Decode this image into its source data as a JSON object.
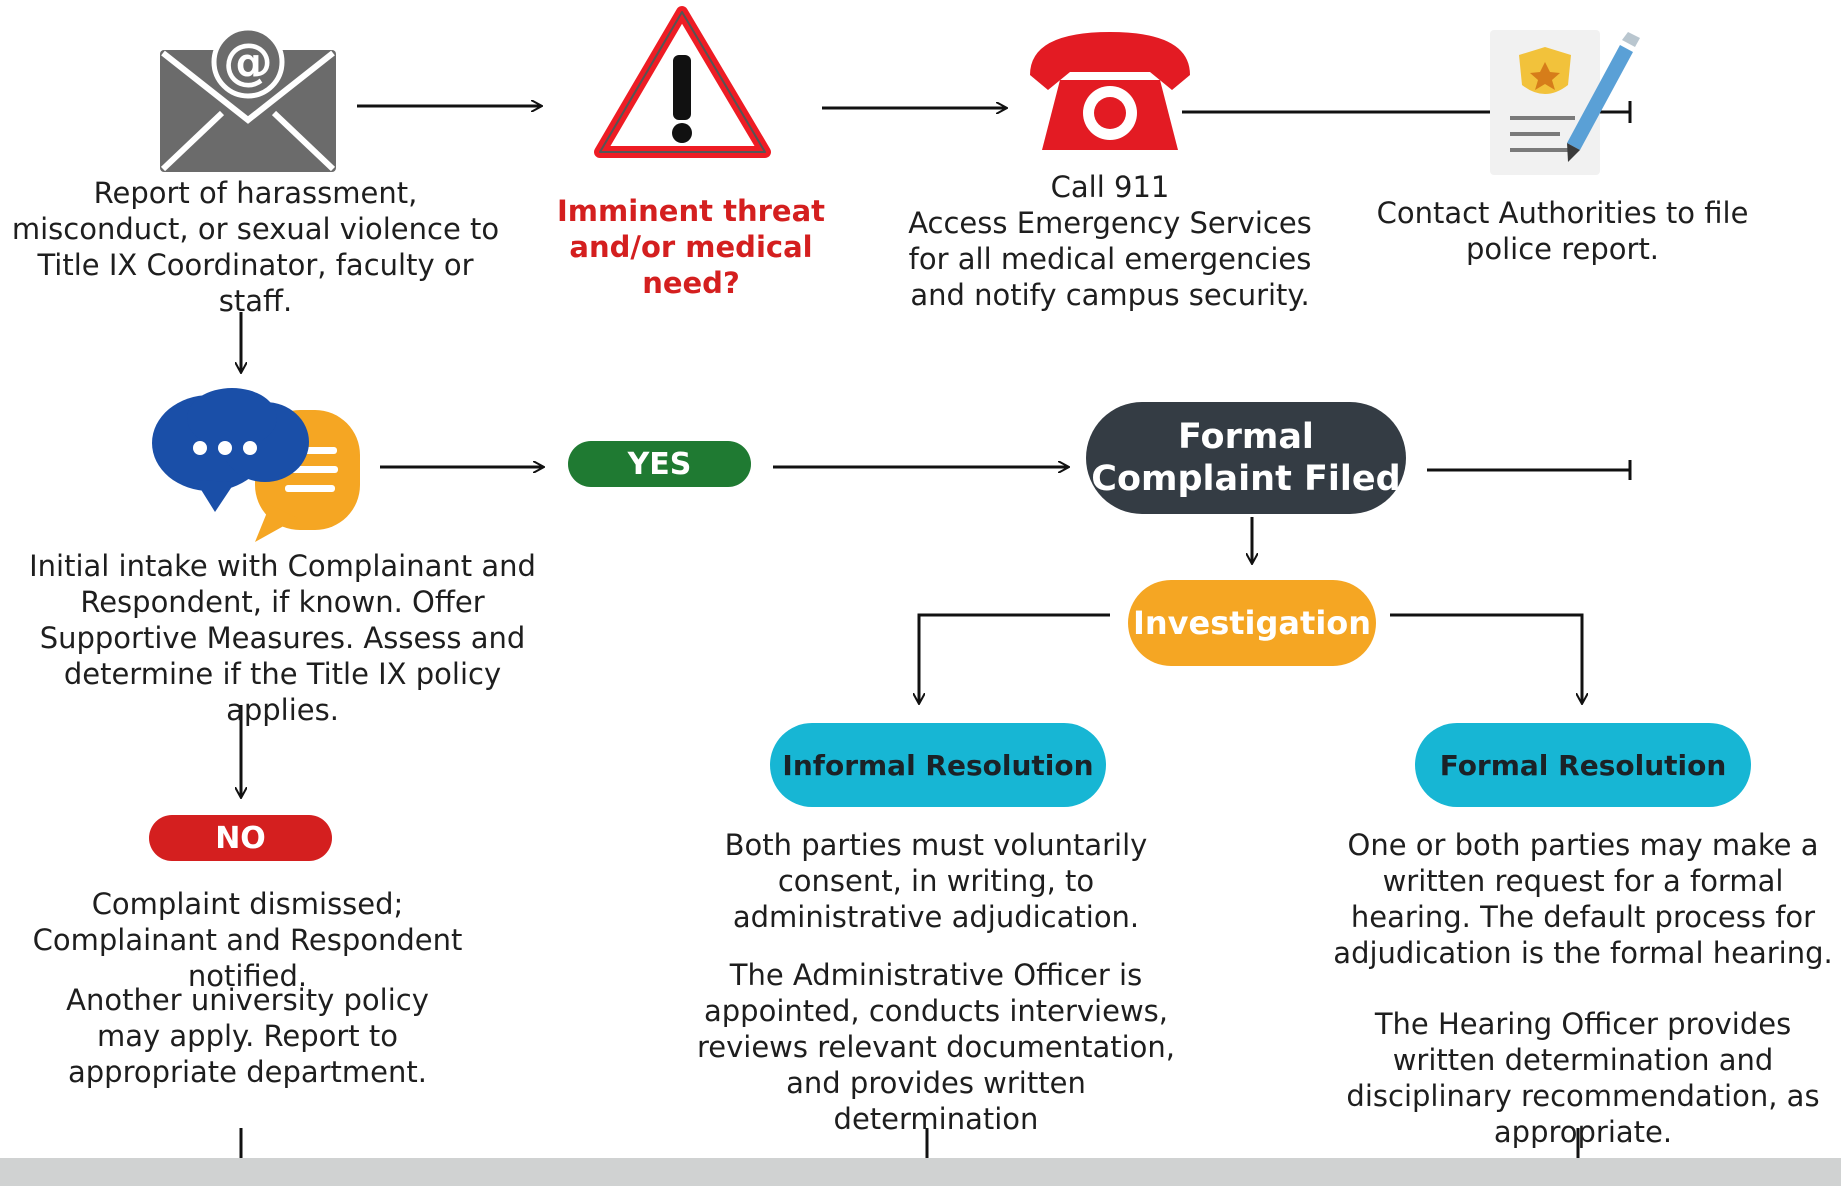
{
  "steps": {
    "report": "Report of harassment, misconduct, or sexual violence to Title IX Coordinator, faculty or staff.",
    "threat_question": "Imminent threat and/or medical need?",
    "call911_title": "Call 911",
    "call911_body": "Access Emergency Services for all medical emergencies and notify campus security.",
    "authorities": "Contact Authorities to file police report.",
    "intake": "Initial intake with Complainant and Respondent, if known. Offer Supportive Measures. Assess and determine if the Title IX policy applies.",
    "dismissed": "Complaint dismissed; Complainant and Respondent notified.",
    "other_policy": "Another university policy may apply. Report to appropriate department.",
    "informal_consent": "Both parties must voluntarily consent, in writing, to administrative adjudication.",
    "informal_officer": "The Administrative Officer is appointed, conducts interviews, reviews relevant documentation, and provides written determination",
    "formal_request": "One or both parties may make a written request for a formal hearing. The default process for adjudication is the formal hearing.",
    "formal_officer": "The Hearing Officer provides written determination and disciplinary recommendation, as appropriate."
  },
  "pills": {
    "yes": "YES",
    "no": "NO",
    "formal_line1": "Formal",
    "formal_line2": "Complaint Filed",
    "investigation": "Investigation",
    "informal_resolution": "Informal Resolution",
    "formal_resolution": "Formal Resolution"
  },
  "icons": {
    "email": "email-at-icon",
    "warning": "warning-triangle-icon",
    "phone": "red-telephone-icon",
    "police": "police-report-icon",
    "chat": "chat-bubbles-icon"
  },
  "colors": {
    "yes": "#1f7a32",
    "no": "#d41f1f",
    "threat_text": "#d41f1f",
    "formal_complaint": "#343c44",
    "investigation": "#f5a623",
    "resolution": "#17b6d4",
    "footer": "#d0d2d2"
  }
}
